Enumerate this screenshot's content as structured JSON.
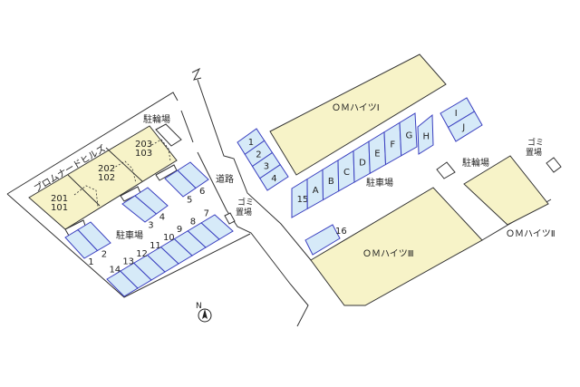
{
  "left_site": {
    "building_name": "プロムナードヒルズ",
    "units": [
      {
        "upper": "201",
        "lower": "101"
      },
      {
        "upper": "202",
        "lower": "102"
      },
      {
        "upper": "203",
        "lower": "103"
      }
    ],
    "bicycle_parking": "駐輪場",
    "road": "道路",
    "garbage_line1": "ゴミ",
    "garbage_line2": "置場",
    "parking_label": "駐車場",
    "spots_a": [
      "1",
      "2"
    ],
    "spots_b": [
      "3",
      "4"
    ],
    "spots_c": [
      "5",
      "6"
    ],
    "spots_row": [
      "14",
      "13",
      "12",
      "11",
      "10",
      "9",
      "8",
      "7"
    ]
  },
  "right_site": {
    "building_1": "ＯＭハイツⅠ",
    "building_2": "ＯＭハイツⅡ",
    "building_3": "ＯＭハイツⅢ",
    "parking_label": "駐車場",
    "bicycle_parking": "駐輪場",
    "garbage_line1": "ゴミ",
    "garbage_line2": "置場",
    "spots_col": [
      "1",
      "2",
      "3",
      "4"
    ],
    "spots_row": [
      "15",
      "A",
      "B",
      "C",
      "D",
      "E",
      "F",
      "G"
    ],
    "spot_h": "H",
    "spots_ij": [
      "I",
      "J"
    ],
    "spot_16": "16"
  },
  "north_arrow": {
    "label": "N"
  },
  "colors": {
    "building": "#f7f3c8",
    "parking": "#d6eaf8",
    "parking_border": "#3a3fc0"
  }
}
